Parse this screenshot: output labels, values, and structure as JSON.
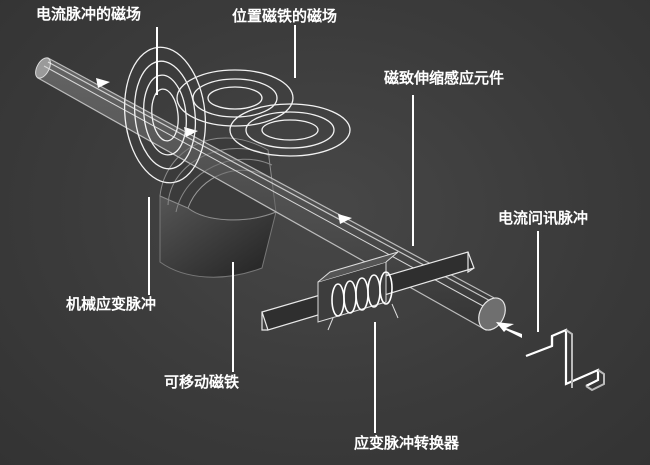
{
  "labels": {
    "current_pulse_field": "电流脉冲的磁场",
    "magnet_field": "位置磁铁的磁场",
    "magnetostrictive_element": "磁致伸缩感应元件",
    "interrogation_pulse": "电流问讯脉冲",
    "mechanical_strain_pulse": "机械应变脉冲",
    "movable_magnet": "可移动磁铁",
    "strain_pulse_converter": "应变脉冲转换器"
  },
  "colors": {
    "background": "#3a3a3a",
    "line": "#ffffff",
    "field_ring": "#f2f2f2",
    "rod_shade": "#6a6a6a"
  }
}
